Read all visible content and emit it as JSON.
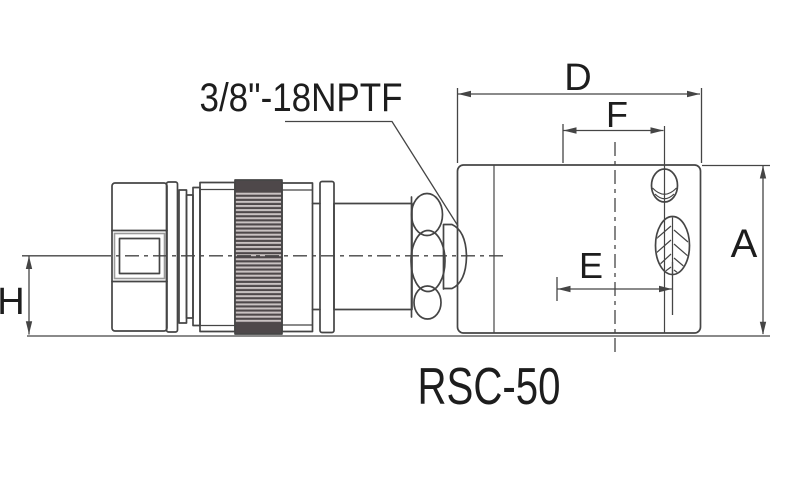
{
  "drawing": {
    "kind": "technical-line-drawing",
    "product_code": "RSC-50",
    "thread_spec": "3/8\"-18NPTF",
    "dim_labels": {
      "d": "D",
      "f": "F",
      "a": "A",
      "e": "E",
      "h": "H"
    },
    "colors": {
      "background": "#ffffff",
      "line": "#454545",
      "text": "#1d1d1d",
      "knurl_dark": "#4e484a",
      "knurl_light": "#c9c2c2"
    }
  }
}
